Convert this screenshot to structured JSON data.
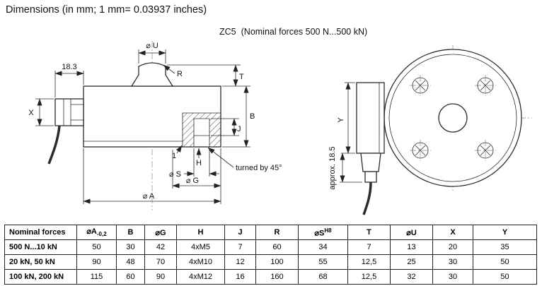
{
  "title": "Dimensions (in mm; 1 mm= 0.03937 inches)",
  "model": {
    "name": "ZC5",
    "note": "(Nominal forces 500 N...500 kN)"
  },
  "drawing": {
    "side_view": {
      "dim_width_top": "18.3",
      "dim_x": "X",
      "dim_u": "⌀ U",
      "dim_r": "R",
      "dim_t": "T",
      "dim_b": "B",
      "dim_j": "J",
      "dim_h": "H",
      "dim_one": "1",
      "dim_s": "⌀ S",
      "dim_g": "⌀ G",
      "dim_a": "⌀ A",
      "note_turned": "turned by 45°"
    },
    "front_view": {
      "dim_y": "Y",
      "note_approx": "approx. 18.5"
    }
  },
  "table": {
    "headers": {
      "nominal_forces": "Nominal forces",
      "a_main": "⌀A",
      "a_tol": "-0,2",
      "b": "B",
      "g": "⌀G",
      "h": "H",
      "j": "J",
      "r": "R",
      "s_main": "⌀S",
      "s_fit": "H8",
      "t": "T",
      "u": "⌀U",
      "x": "X",
      "y": "Y"
    },
    "rows": [
      {
        "force": "500 N...10 kN",
        "a": "50",
        "b": "30",
        "g": "42",
        "h": "4xM5",
        "j": "7",
        "r": "60",
        "s": "34",
        "t": "7",
        "u": "13",
        "x": "20",
        "y": "35"
      },
      {
        "force": "20 kN, 50 kN",
        "a": "90",
        "b": "48",
        "g": "70",
        "h": "4xM10",
        "j": "12",
        "r": "100",
        "s": "55",
        "t": "12,5",
        "u": "25",
        "x": "30",
        "y": "50"
      },
      {
        "force": "100 kN, 200 kN",
        "a": "115",
        "b": "60",
        "g": "90",
        "h": "4xM12",
        "j": "16",
        "r": "160",
        "s": "68",
        "t": "12,5",
        "u": "32",
        "x": "30",
        "y": "50"
      }
    ]
  }
}
